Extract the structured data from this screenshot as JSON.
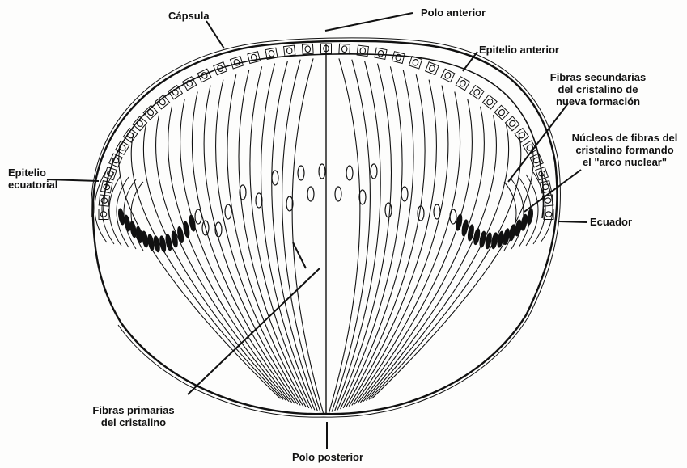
{
  "figure": {
    "labels": {
      "capsula": "Cápsula",
      "polo_anterior": "Polo anterior",
      "epitelio_anterior": "Epitelio anterior",
      "fibras_secundarias": [
        "Fibras secundarias",
        "del cristalino de",
        "nueva formación"
      ],
      "nucleos_fibras": [
        "Núcleos de fibras del",
        "cristalino formando",
        "el \"arco nuclear\""
      ],
      "epitelio_ecuatorial": [
        "Epitelio",
        "ecuatorial"
      ],
      "ecuador": "Ecuador",
      "fibras_primarias": [
        "Fibras primarias",
        "del cristalino"
      ],
      "polo_posterior": "Polo posterior"
    },
    "colors": {
      "ink": "#111111",
      "paper": "#fdfdfc"
    }
  }
}
